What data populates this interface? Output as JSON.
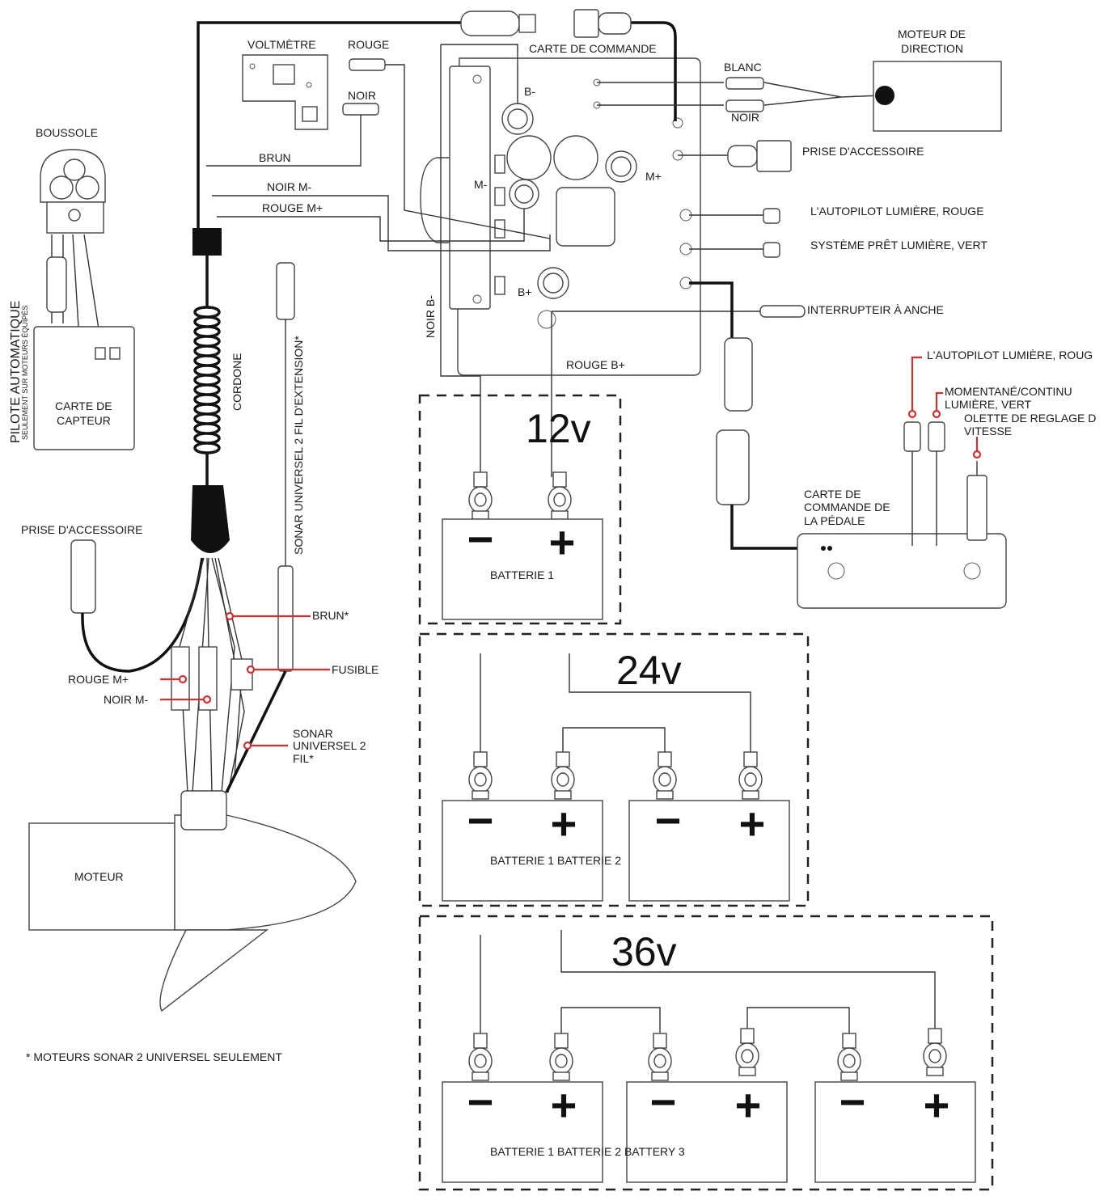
{
  "colors": {
    "line": "#333333",
    "callout": "#d32f2f",
    "background": "#ffffff"
  },
  "labels": {
    "voltmetre": "VOLTMÈTRE",
    "rouge": "ROUGE",
    "noir": "NOIR",
    "carte_commande": "CARTE DE COMMANDE",
    "moteur_direction_1": "MOTEUR DE",
    "moteur_direction_2": "DIRECTION",
    "blanc": "BLANC",
    "noir2": "NOIR",
    "boussole": "BOUSSOLE",
    "brun": "BRUN",
    "noir_m": "NOIR M-",
    "rouge_m": "ROUGE M+",
    "b_minus": "B-",
    "m_minus": "M-",
    "m_plus": "M+",
    "b_plus": "B+",
    "prise_accessoire": "PRISE D'ACCESSOIRE",
    "autopilot_rouge": "L'AUTOPILOT LUMIÈRE, ROUGE",
    "systeme_pret": "SYSTÈME PRÊT LUMIÈRE, VERT",
    "interrupteur": "INTERRUPTEIR À ANCHE",
    "noir_b": "NOIR B-",
    "rouge_b": "ROUGE B+",
    "pilote_auto": "PILOTE AUTOMATIQUE",
    "seulement_moteurs": "SEULEMENT SUR MOTEURS ÉQUIPÉS",
    "carte_capteur_1": "CARTE DE",
    "carte_capteur_2": "CAPTEUR",
    "cordone": "CORDONE",
    "sonar_extension": "SONAR UNIVERSEL 2 FIL D'EXTENSION*",
    "autopilot_roug2": "L'AUTOPILOT LUMIÈRE, ROUG",
    "momentane_1": "MOMENTANÉ/CONTINU",
    "momentane_2": "LUMIÈRE, VERT",
    "molette_1": "OLETTE DE REGLAGE D",
    "molette_2": "VITESSE",
    "pedale_1": "CARTE DE",
    "pedale_2": "COMMANDE DE",
    "pedale_3": "LA PÉDALE",
    "prise_accessoire_2": "PRISE D'ACCESSOIRE",
    "brun_star": "BRUN*",
    "fusible": "FUSIBLE",
    "rouge_m2": "ROUGE M+",
    "noir_m2": "NOIR M-",
    "sonar_fil_1": "SONAR",
    "sonar_fil_2": "UNIVERSEL 2",
    "sonar_fil_3": "FIL*",
    "moteur": "MOTEUR",
    "footnote": "* MOTEURS SONAR 2 UNIVERSEL SEULEMENT",
    "v12": "12v",
    "v24": "24v",
    "v36": "36v",
    "batterie1": "BATTERIE 1",
    "batteries_24": "BATTERIE 1 BATTERIE 2",
    "batteries_36": "BATTERIE 1 BATTERIE 2 BATTERY 3",
    "minus": "−",
    "plus": "+"
  }
}
